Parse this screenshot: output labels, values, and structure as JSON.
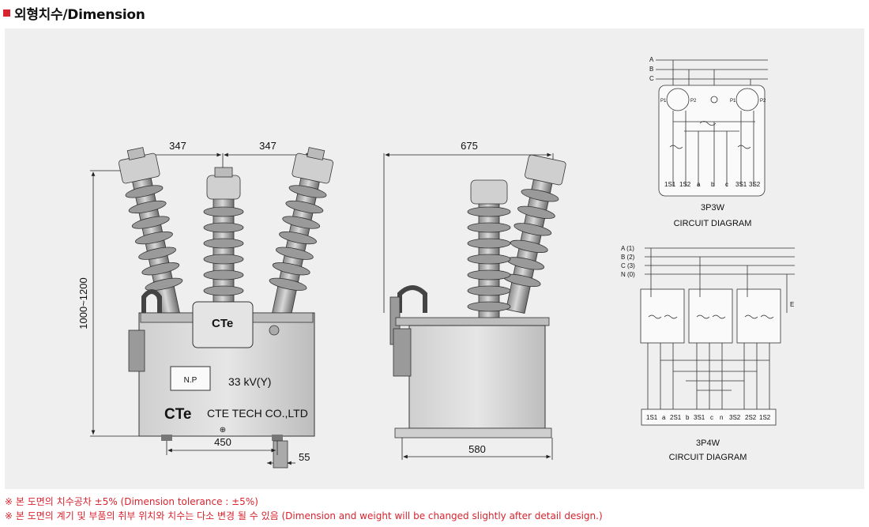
{
  "header": {
    "title": "외형치수/Dimension",
    "accent_color": "#d9232e"
  },
  "front_view": {
    "dim_top_left": "347",
    "dim_top_right": "347",
    "dim_height": "1000~1200",
    "dim_base": "450",
    "dim_terminal": "55",
    "nameplate": "N.P",
    "voltage": "33 kV(Y)",
    "logo": "CTe",
    "company": "CTE TECH CO.,LTD"
  },
  "side_view": {
    "dim_top": "675",
    "dim_base": "580"
  },
  "diagram_3p3w": {
    "phases": [
      "A",
      "B",
      "C"
    ],
    "terminals_p": [
      "P1",
      "P2",
      "P1",
      "P2"
    ],
    "bottom_terminals": [
      "1S1",
      "1S2",
      "a",
      "b",
      "c",
      "3S1",
      "3S2"
    ],
    "title": "3P3W",
    "caption": "CIRCUIT DIAGRAM"
  },
  "diagram_3p4w": {
    "phases": [
      "A (1)",
      "B (2)",
      "C (3)",
      "N (0)"
    ],
    "earth": "E",
    "terminals": [
      "1S1",
      "a",
      "2S1",
      "b",
      "3S1",
      "c",
      "n",
      "3S2",
      "2S2",
      "1S2"
    ],
    "title": "3P4W",
    "caption": "CIRCUIT DIAGRAM"
  },
  "notes": [
    "※ 본 도면의 치수공차 ±5% (Dimension tolerance : ±5%)",
    "※ 본 도면의 계기 및 부품의 취부 위치와 치수는 다소 변경 될 수 있음 (Dimension and weight will be changed slightly after detail design.)"
  ]
}
